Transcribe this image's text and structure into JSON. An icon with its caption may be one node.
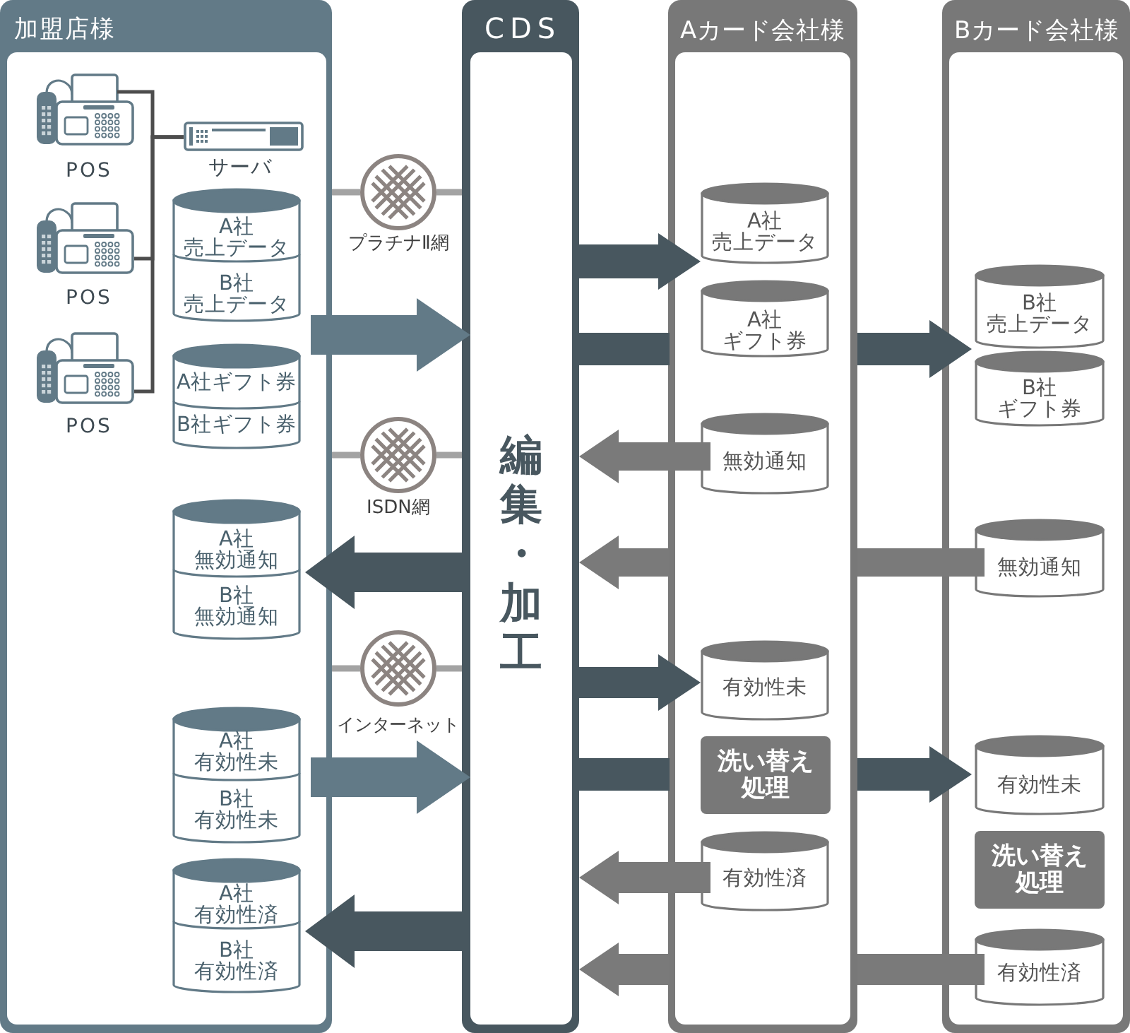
{
  "diagram": {
    "nodes": [
      {
        "text": [
          "加盟店様"
        ]
      },
      {
        "text": [],
        "shape": "picture",
        "beside": [
          "POS"
        ],
        "in": 0
      },
      {
        "text": [],
        "shape": "picture",
        "beside": [
          "POS"
        ],
        "in": 0
      },
      {
        "text": [],
        "shape": "picture",
        "beside": [
          "POS"
        ],
        "in": 0
      },
      {
        "text": [],
        "shape": "picture",
        "beside": [
          "サーバ"
        ],
        "in": 0
      },
      {
        "text": [
          "A社売上データ",
          "B社売上データ"
        ],
        "in": 0
      },
      {
        "text": [
          "A社ギフト券",
          "B社ギフト券"
        ],
        "in": 0
      },
      {
        "text": [
          "A社無効通知",
          "B社無効通知"
        ],
        "in": 0
      },
      {
        "text": [
          "A社有効性未",
          "B社有効性未"
        ],
        "in": 0
      },
      {
        "text": [
          "A社有効性済",
          "B社有効性済"
        ],
        "in": 0
      },
      {
        "text": [],
        "shape": "picture",
        "beside": [
          "プラチナⅡ網"
        ]
      },
      {
        "text": [],
        "shape": "picture",
        "beside": [
          "ISDN網"
        ]
      },
      {
        "text": [],
        "shape": "picture",
        "beside": [
          "インターネット"
        ]
      },
      {
        "text": [
          "CDS",
          "編集・加工"
        ]
      },
      {
        "text": [
          "Aカード会社様"
        ]
      },
      {
        "text": [
          "A社売上データ"
        ],
        "in": 14
      },
      {
        "text": [
          "A社ギフト券"
        ],
        "in": 14
      },
      {
        "text": [
          "無効通知"
        ],
        "in": 14
      },
      {
        "text": [
          "有効性未"
        ],
        "in": 14
      },
      {
        "text": [
          "洗い替え処理"
        ],
        "in": 14
      },
      {
        "text": [
          "有効性済"
        ],
        "in": 14
      },
      {
        "text": [
          "Bカード会社様"
        ]
      },
      {
        "text": [
          "B社売上データ"
        ],
        "in": 21
      },
      {
        "text": [
          "B社ギフト券"
        ],
        "in": 21
      },
      {
        "text": [
          "無効通知"
        ],
        "in": 21
      },
      {
        "text": [
          "有効性未"
        ],
        "in": 21
      },
      {
        "text": [
          "洗い替え処理"
        ],
        "in": 21
      },
      {
        "text": [
          "有効性済"
        ],
        "in": 21
      }
    ],
    "edges": [
      {
        "from": 1,
        "to": 4,
        "arrow": "none",
        "color": "#4d4d4d"
      },
      {
        "from": 2,
        "to": 4,
        "arrow": "none",
        "color": "#4d4d4d"
      },
      {
        "from": 3,
        "to": 4,
        "arrow": "none",
        "color": "#4d4d4d"
      },
      {
        "from": 0,
        "to": 10,
        "arrow": "none",
        "color": "#a3a3a3"
      },
      {
        "from": 10,
        "to": 13,
        "arrow": "none",
        "color": "#a3a3a3"
      },
      {
        "from": 0,
        "to": 11,
        "arrow": "none",
        "color": "#a3a3a3"
      },
      {
        "from": 11,
        "to": 13,
        "arrow": "none",
        "color": "#a3a3a3"
      },
      {
        "from": 0,
        "to": 12,
        "arrow": "none",
        "color": "#a3a3a3"
      },
      {
        "from": 12,
        "to": 13,
        "arrow": "none",
        "color": "#a3a3a3"
      },
      {
        "from": 5,
        "to": 13,
        "arrow": "to",
        "style": "thick",
        "color": "#627a87"
      },
      {
        "from": 13,
        "to": 7,
        "arrow": "to",
        "style": "thick"
      },
      {
        "from": 8,
        "to": 13,
        "arrow": "to",
        "style": "thick",
        "color": "#627a87"
      },
      {
        "from": 13,
        "to": 9,
        "arrow": "to",
        "style": "thick"
      },
      {
        "from": 13,
        "to": 15,
        "arrow": "to",
        "style": "thick"
      },
      {
        "from": 13,
        "to": 22,
        "arrow": "to",
        "style": "thick"
      },
      {
        "from": 17,
        "to": 13,
        "arrow": "to",
        "style": "thick",
        "color": "#7a7a7a"
      },
      {
        "from": 24,
        "to": 13,
        "arrow": "to",
        "style": "thick",
        "color": "#7a7a7a"
      },
      {
        "from": 13,
        "to": 18,
        "arrow": "to",
        "style": "thick"
      },
      {
        "from": 13,
        "to": 25,
        "arrow": "to",
        "style": "thick"
      },
      {
        "from": 20,
        "to": 13,
        "arrow": "to",
        "style": "thick",
        "color": "#7a7a7a"
      },
      {
        "from": 27,
        "to": 13,
        "arrow": "to",
        "style": "thick",
        "color": "#7a7a7a"
      }
    ]
  }
}
